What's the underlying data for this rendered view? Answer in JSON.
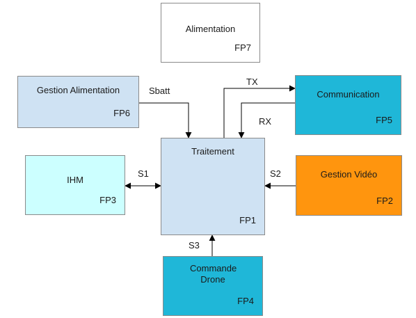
{
  "blocks": {
    "alimentation": {
      "name": "Alimentation",
      "code": "FP7",
      "color": "#ffffff"
    },
    "gestion_alimentation": {
      "name": "Gestion Alimentation",
      "code": "FP6",
      "color": "#cfe2f3"
    },
    "communication": {
      "name": "Communication",
      "code": "FP5",
      "color": "#1fb7d8"
    },
    "ihm": {
      "name": "IHM",
      "code": "FP3",
      "color": "#ccffff"
    },
    "traitement": {
      "name": "Traitement",
      "code": "FP1",
      "color": "#cfe2f3"
    },
    "gestion_video": {
      "name": "Gestion Vidéo",
      "code": "FP2",
      "color": "#ff950e"
    },
    "commande_drone": {
      "name": "Commande Drone",
      "code": "FP4",
      "color": "#1fb7d8"
    }
  },
  "signals": {
    "sbatt": "Sbatt",
    "tx": "TX",
    "rx": "RX",
    "s1": "S1",
    "s2": "S2",
    "s3": "S3"
  }
}
